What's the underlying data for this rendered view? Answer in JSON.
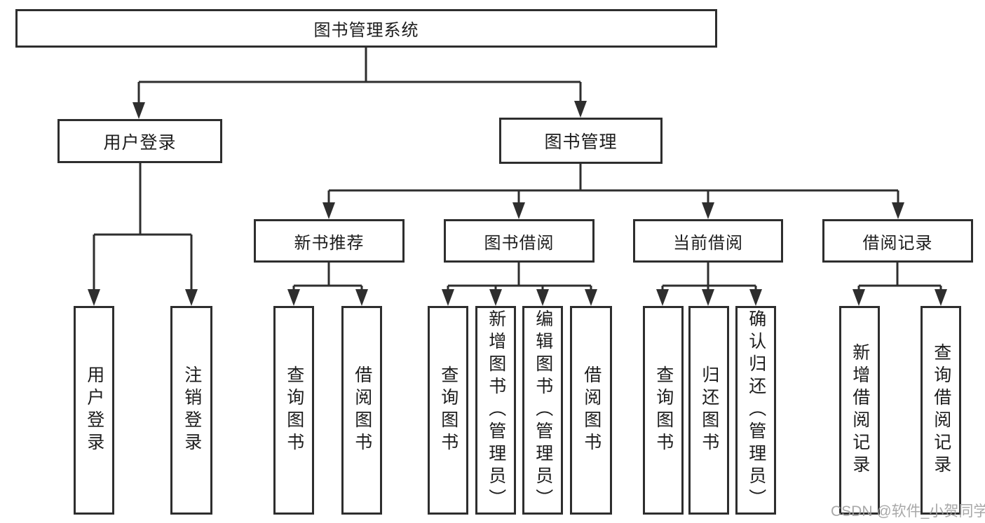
{
  "diagram": {
    "title": "图书管理系统",
    "root": {
      "label": "图书管理系统"
    },
    "level1": [
      {
        "id": "user-login",
        "label": "用户登录"
      },
      {
        "id": "book-management",
        "label": "图书管理"
      }
    ],
    "level2": [
      {
        "id": "new-book-recommendation",
        "label": "新书推荐"
      },
      {
        "id": "book-borrowing",
        "label": "图书借阅"
      },
      {
        "id": "current-borrowing",
        "label": "当前借阅"
      },
      {
        "id": "borrowing-records",
        "label": "借阅记录"
      }
    ],
    "leaves": [
      {
        "parent": "用户登录",
        "label": "用户登录"
      },
      {
        "parent": "用户登录",
        "label": "注销登录"
      },
      {
        "parent": "新书推荐",
        "label": "查询图书"
      },
      {
        "parent": "新书推荐",
        "label": "借阅图书"
      },
      {
        "parent": "图书借阅",
        "label": "查询图书"
      },
      {
        "parent": "图书借阅",
        "label": "新增图书（管理员）"
      },
      {
        "parent": "图书借阅",
        "label": "编辑图书（管理员）"
      },
      {
        "parent": "图书借阅",
        "label": "借阅图书"
      },
      {
        "parent": "当前借阅",
        "label": "查询图书"
      },
      {
        "parent": "当前借阅",
        "label": "归还图书"
      },
      {
        "parent": "当前借阅",
        "label": "确认归还（管理员）"
      },
      {
        "parent": "借阅记录",
        "label": "新增借阅记录"
      },
      {
        "parent": "借阅记录",
        "label": "查询借阅记录"
      }
    ]
  },
  "watermark": "CSDN @软件_小贺同学",
  "colors": {
    "line": "#2e2e2e",
    "box_border": "#2e2e2e",
    "text": "#1c1c1c",
    "watermark": "#9e9e9e",
    "background": "#ffffff"
  }
}
